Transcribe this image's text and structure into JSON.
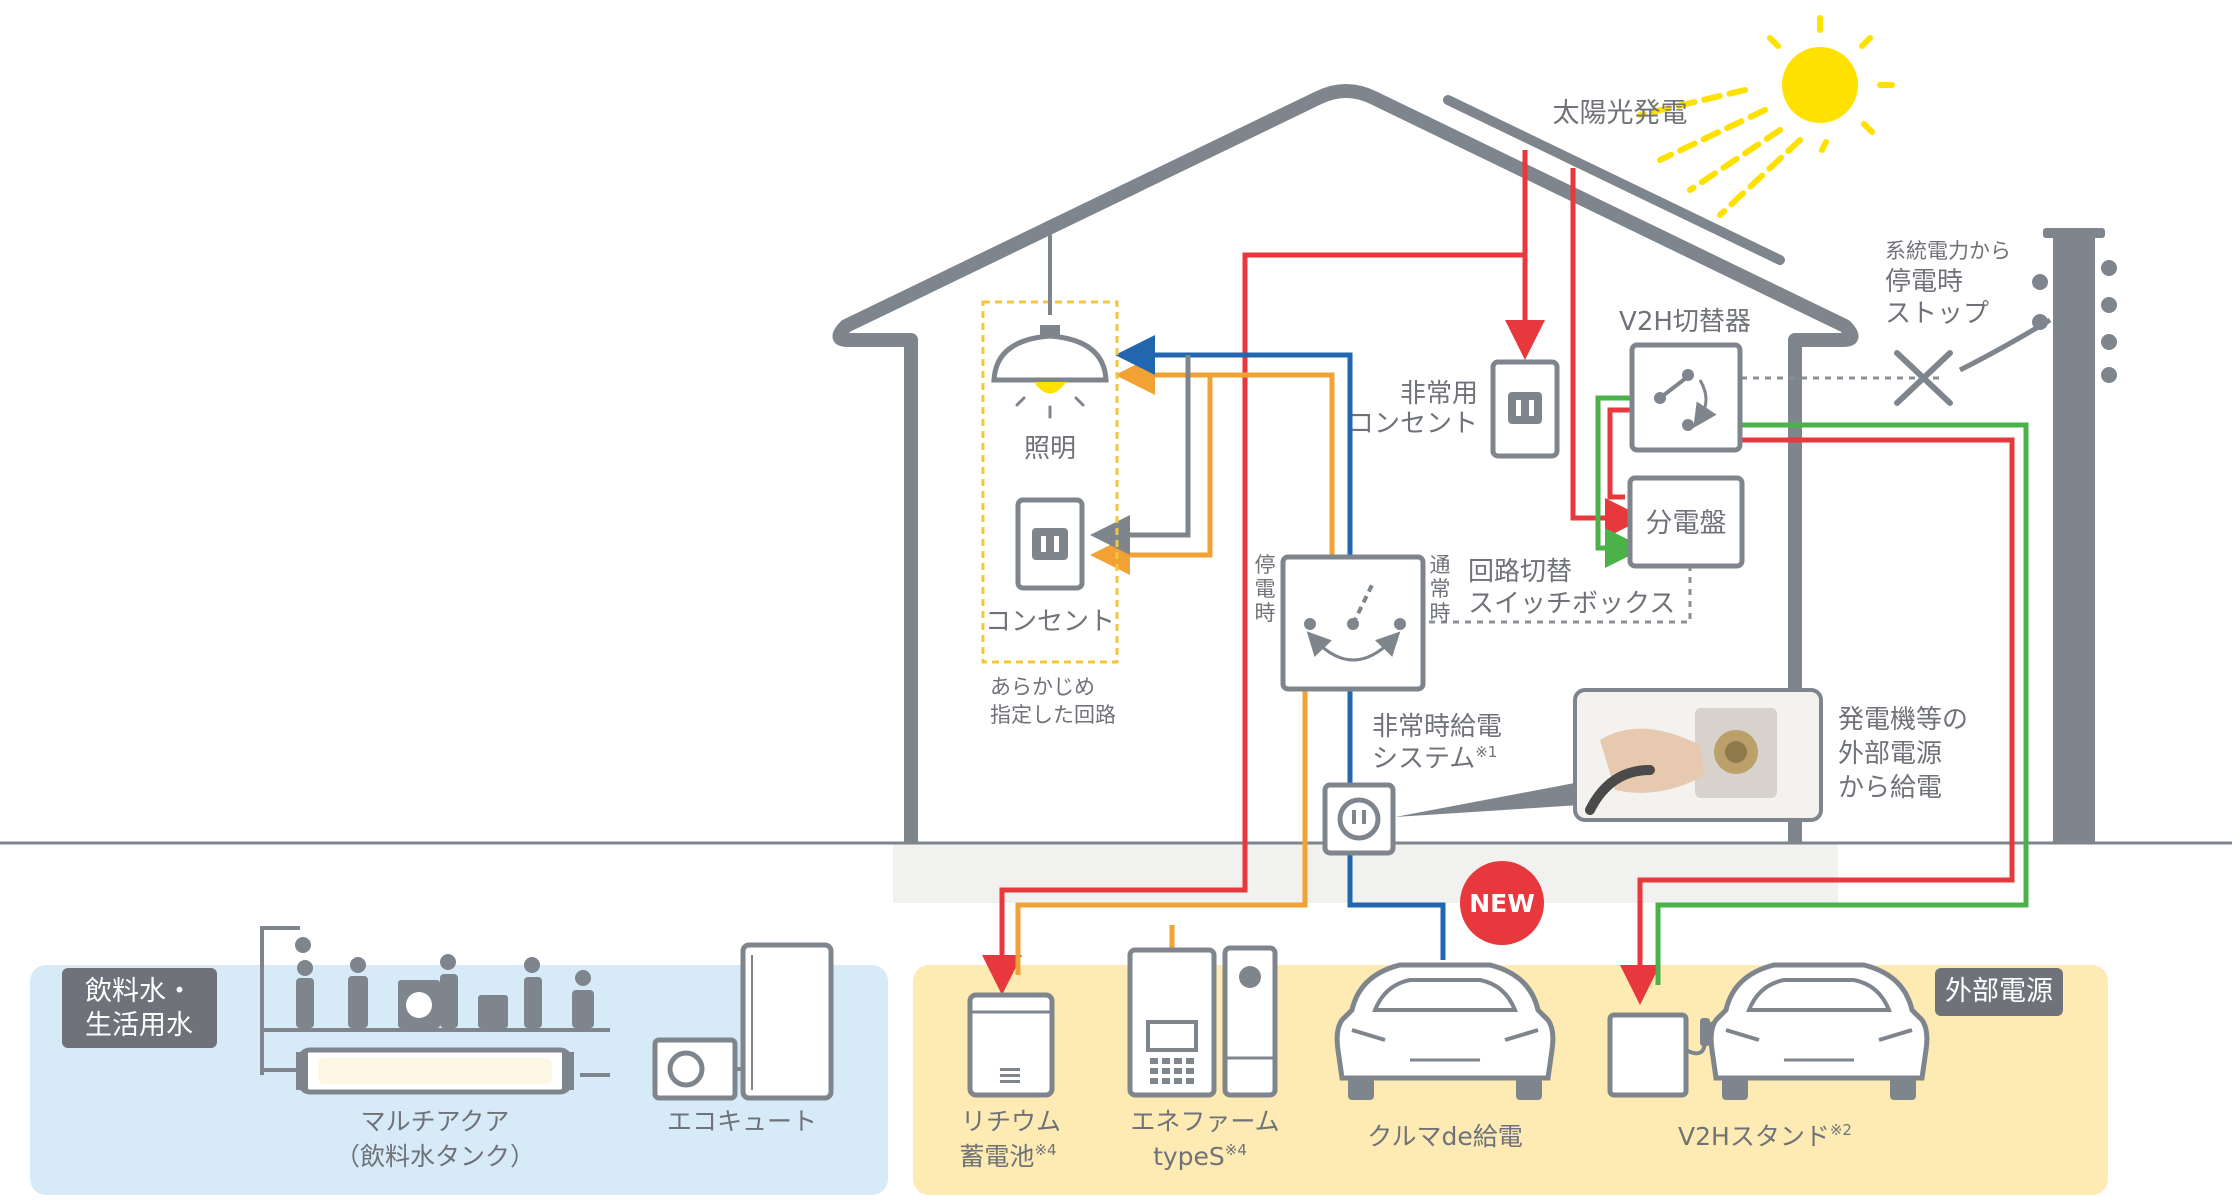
{
  "labels": {
    "solar": "太陽光発電",
    "grid_stop": [
      "系統電力から",
      "停電時",
      "ストップ"
    ],
    "v2h_switch": "V2H切替器",
    "emergency_outlet": [
      "非常用",
      "コンセント"
    ],
    "distribution_board": "分電盤",
    "circuit_switch": [
      "回路切替",
      "スイッチボックス"
    ],
    "outage_side": [
      "停",
      "電",
      "時"
    ],
    "normal_side": [
      "通",
      "常",
      "時"
    ],
    "lighting": "照明",
    "outlet": "コンセント",
    "preset_circuit": [
      "あらかじめ",
      "指定した回路"
    ],
    "emergency_supply": "非常時給電",
    "emergency_supply_2": "システム",
    "emergency_supply_note": "※1",
    "generator_supply": [
      "発電機等の",
      "外部電源",
      "から給電"
    ],
    "new_badge": "NEW",
    "water_tag": [
      "飲料水・",
      "生活用水"
    ],
    "external_tag": "外部電源"
  },
  "water_devices": [
    {
      "name": "マルチアクア",
      "sub": "（飲料水タンク）"
    },
    {
      "name": "エコキュート"
    }
  ],
  "power_devices": [
    {
      "name": "リチウム",
      "sub": "蓄電池",
      "note": "※4"
    },
    {
      "name": "エネファーム",
      "sub": "typeS",
      "note": "※4"
    },
    {
      "name": "クルマde給電"
    },
    {
      "name": "V2Hスタンド",
      "note": "※2"
    }
  ],
  "colors": {
    "red_wire": "#e6383d",
    "orange_wire": "#f2a234",
    "blue_wire": "#2366b0",
    "green_wire": "#4bb24a",
    "gray_wire": "#7e858c",
    "house": "#7e858c",
    "water_panel": "#d6eaf7",
    "power_panel": "#fdebb3",
    "sun": "#ffe100",
    "new_badge": "#e6383d"
  }
}
